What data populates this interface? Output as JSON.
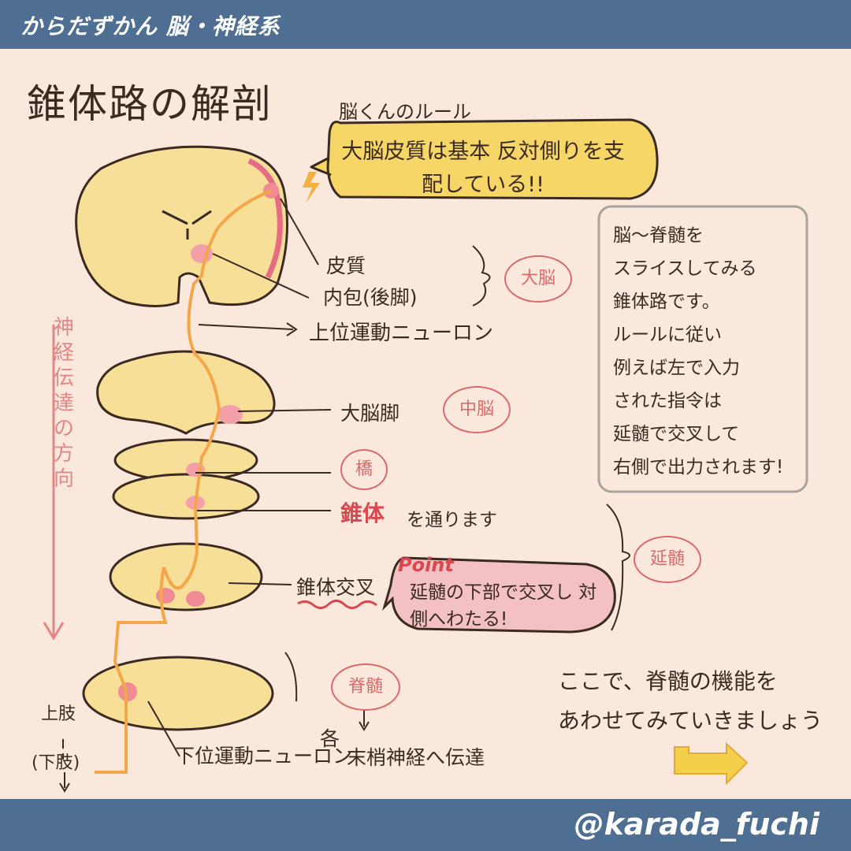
{
  "header": {
    "title": "からだずかん 脳・神経系"
  },
  "footer": {
    "handle": "@karada_fuchi"
  },
  "main_title": "錐体路の解剖",
  "rule": {
    "label": "脳くんのルール",
    "text": "大脳皮質は基本 反対側りを支配している!!"
  },
  "note": {
    "text": "脳〜脊髄を\nスライスしてみる\n錐体路です。\nルールに従い\n例えば左で入力\nされた指令は\n延髄で交叉して\n右側で出力されます!"
  },
  "labels": {
    "cortex": "皮質",
    "internal_capsule": "内包(後脚)",
    "upper_motor_neuron": "上位運動ニューロン",
    "cerebral_peduncle": "大脳脚",
    "pyramid": "錐体",
    "pyramid_suffix": "を通ります",
    "decussation": "錐体交叉",
    "lower_motor_neuron": "下位運動ニューロン",
    "upper_limb": "上肢",
    "lower_limb": "(下肢)",
    "peripheral_prefix": "各",
    "peripheral": "末梢神経へ伝達"
  },
  "badges": {
    "cerebrum": "大脳",
    "midbrain": "中脳",
    "pons": "橋",
    "medulla": "延髄",
    "spinal": "脊髄"
  },
  "vertical_label": "神経伝達の方向",
  "point": {
    "title": "Point",
    "text": "延髄の下部で交叉し 対側へわたる!"
  },
  "closing": "ここで、脊髄の機能を\nあわせてみていきましょう",
  "colors": {
    "header_bg": "#4e6e92",
    "page_bg": "#fbe8dc",
    "tissue": "#f8df98",
    "pathway": "#f4a64a",
    "accent_red": "#d8484f",
    "badge_red": "#d86a6a"
  }
}
